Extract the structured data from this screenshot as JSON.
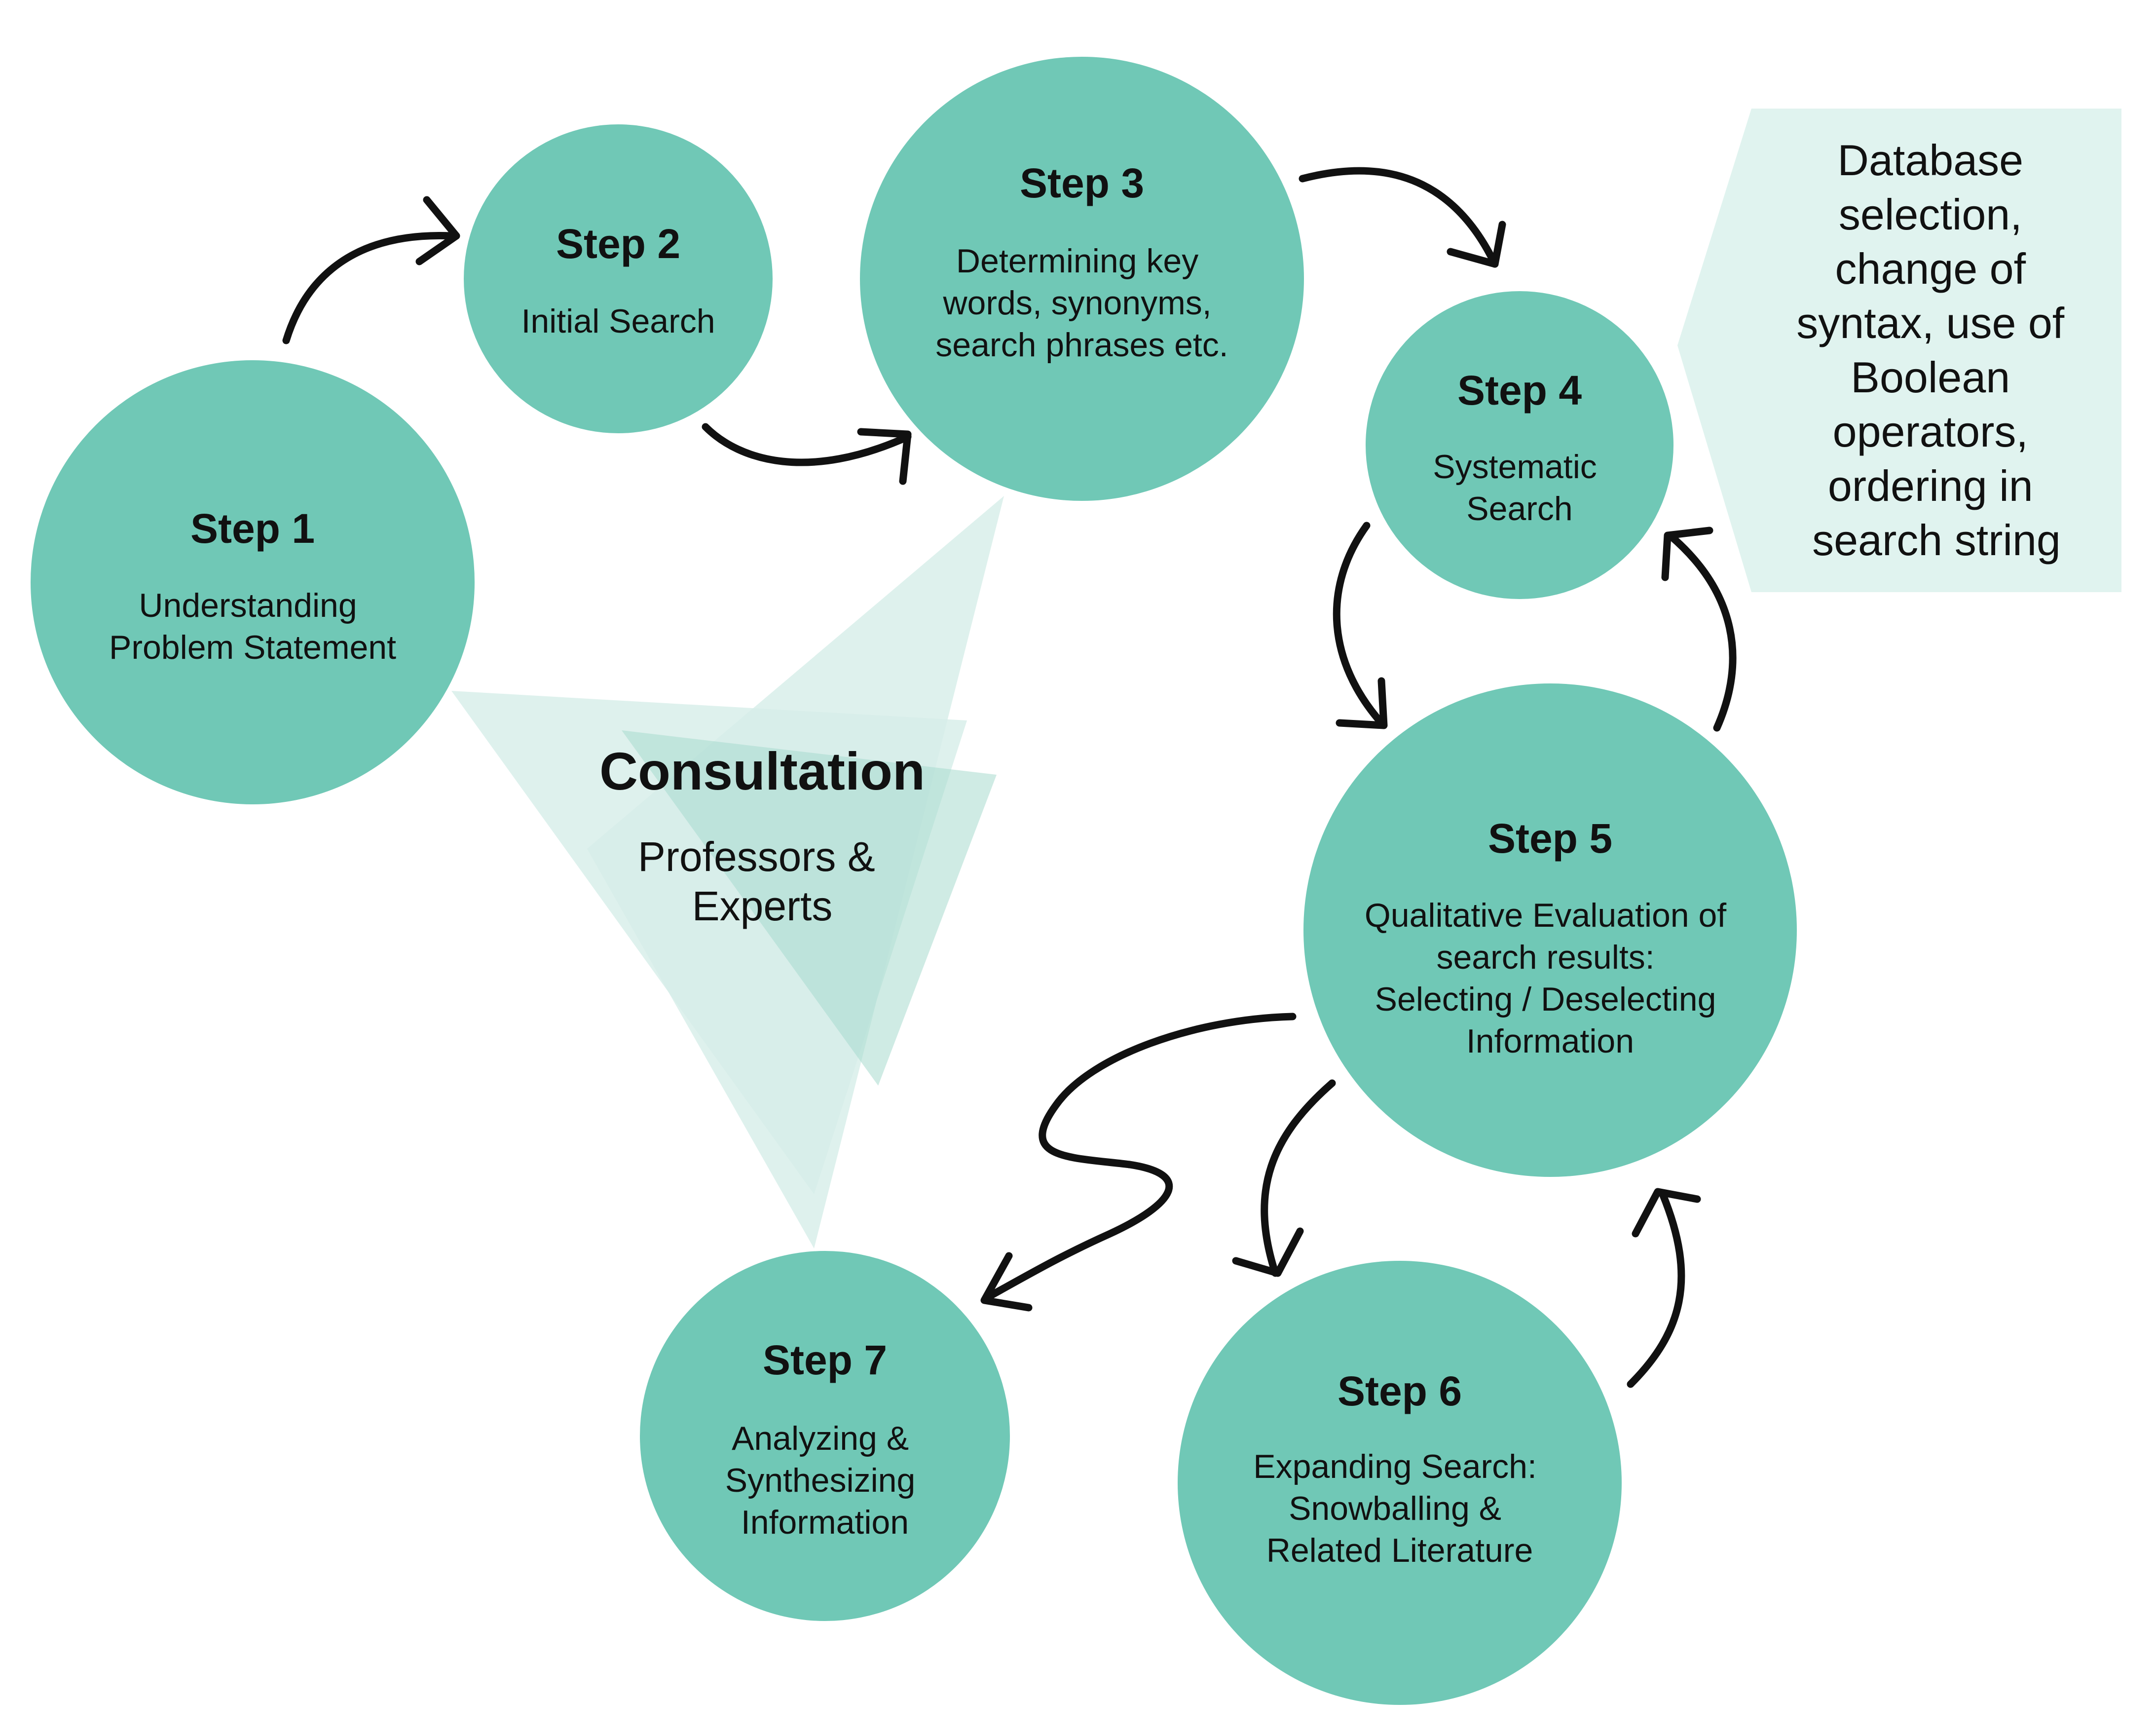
{
  "colors": {
    "circle_fill": "#70c8b6",
    "consult_light": "#d6eee8",
    "consult_medium": "#a8dacd",
    "note_fill": "#e0f3ef",
    "text": "#111111",
    "arrow": "#111111"
  },
  "steps": [
    {
      "title": "Step 1",
      "desc": [
        "Understanding",
        "Problem Statement"
      ]
    },
    {
      "title": "Step 2",
      "desc": [
        "Initial Search"
      ]
    },
    {
      "title": "Step 3",
      "desc": [
        "Determining key",
        "words, synonyms,",
        "search phrases etc."
      ]
    },
    {
      "title": "Step 4",
      "desc": [
        "Systematic",
        "Search"
      ]
    },
    {
      "title": "Step 5",
      "desc": [
        "Qualitative Evaluation of",
        "search results:",
        "Selecting / Deselecting",
        "Information"
      ]
    },
    {
      "title": "Step 6",
      "desc": [
        "Expanding Search:",
        "Snowballing &",
        "Related Literature"
      ]
    },
    {
      "title": "Step 7",
      "desc": [
        "Analyzing &",
        "Synthesizing",
        "Information"
      ]
    }
  ],
  "consultation": {
    "title": "Consultation",
    "subtitle": [
      "Professors &",
      "Experts"
    ]
  },
  "note": {
    "lines": [
      "Database",
      "selection,",
      "change of",
      "syntax, use of",
      "Boolean",
      "operators,",
      "ordering in",
      "search string"
    ]
  }
}
